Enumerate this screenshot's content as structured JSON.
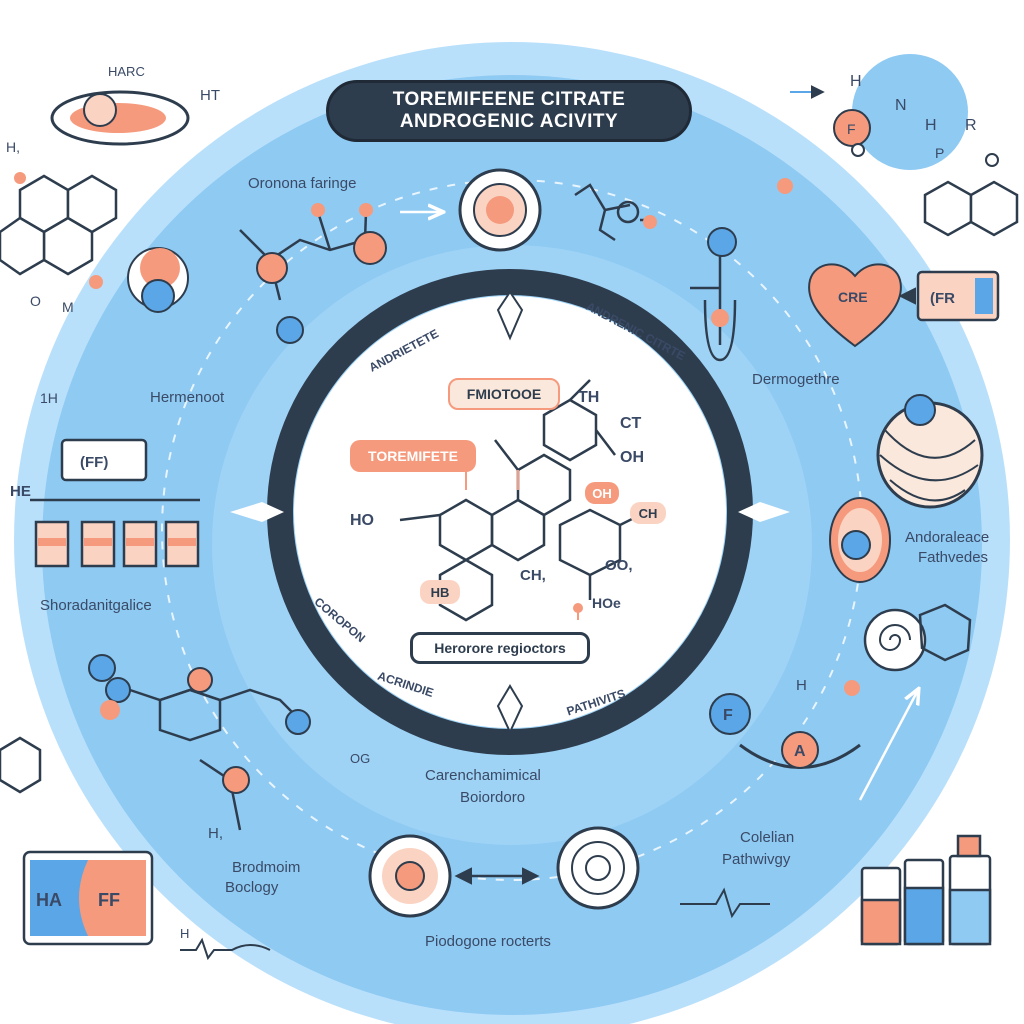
{
  "title": {
    "line1": "TOREMIFEENE CITRATE",
    "line2": "ANDROGENIC ACIVITY"
  },
  "colors": {
    "sky": "#8fcaf3",
    "sky_light": "#b9e0fb",
    "navy": "#2e3d4e",
    "coral": "#f59a7d",
    "coral_light": "#fbd3c2",
    "blue": "#5aa6e6"
  },
  "labels": {
    "corner_top_left": "HARC",
    "top_left_ht": "HT",
    "left_h": "H,",
    "left_o": "O",
    "left_m": "M",
    "oronona": "Oronona faringe",
    "hermenoot": "Hermenoot",
    "left_he": "HE",
    "left_box": "(FF)",
    "shoradanit": "Shoradanitgalice",
    "left_hex_label": "1H",
    "top_right_h1": "H",
    "top_right_n": "N",
    "top_right_h2": "H",
    "top_right_r": "R",
    "top_right_f": "F",
    "top_right_p": "P",
    "heart": "CRE",
    "right_box": "(FR",
    "dermogethre": "Dermogethre",
    "andoraleace": "Andoraleace",
    "fathvedes": "Fathvedes",
    "ring_top_left": "ANDRIETETE",
    "ring_top_right": "ANDRENIC CITRTE",
    "ring_bottom_left": "COROPON",
    "ring_bottom_mid": "ACRINDIE",
    "ring_bottom_right": "PATHIVITS",
    "center_pill_top": "FMIOTOOE",
    "center_pill_left": "TOREMIFETE",
    "center_th": "TH",
    "center_ct": "CT",
    "center_oh": "OH",
    "center_oh2": "OH",
    "center_ch": "CH",
    "center_ho": "HO",
    "center_ch3": "CH,",
    "center_oo": "OO,",
    "center_hb": "HB",
    "center_hoe": "HOe",
    "center_box": "Herorore regioctors",
    "og": "OG",
    "carenchamimical_1": "Carenchamimical",
    "carenchamimical_2": "Boiordoro",
    "bottom_h": "H,",
    "brodmoim_1": "Brodmoim",
    "brodmoim_2": "Boclogy",
    "bottom_left_box_a": "HA",
    "bottom_left_box_b": "FF",
    "bottom_left_h": "H",
    "colelian_1": "Colelian",
    "colelian_2": "Pathwivgy",
    "f_node": "F",
    "a_node": "A",
    "right_h": "H",
    "bottom_rocterts": "Piodogone rocterts"
  }
}
